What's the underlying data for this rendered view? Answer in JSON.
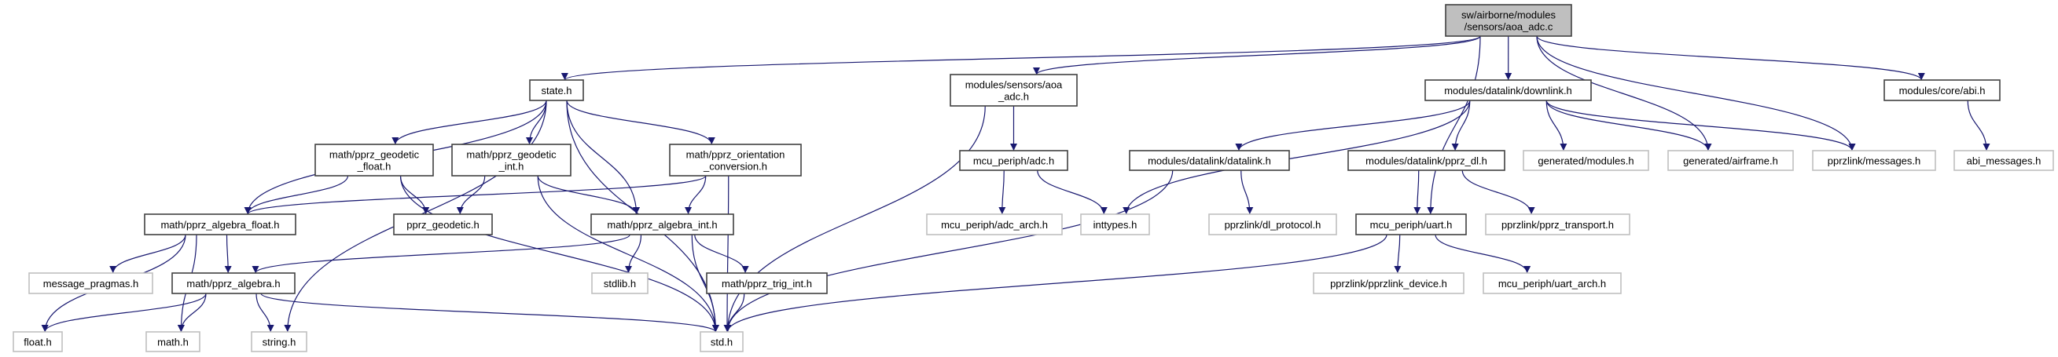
{
  "colors": {
    "edge": "#191970",
    "root_fill": "#bfbfbf",
    "documented_border": "#404040",
    "external_border": "#bfbfbf"
  },
  "nodes": [
    {
      "id": "root",
      "kind": "root",
      "lines": [
        "sw/airborne/modules",
        "/sensors/aoa_adc.c"
      ]
    },
    {
      "id": "state",
      "kind": "doc",
      "lines": [
        "state.h"
      ]
    },
    {
      "id": "aoa_adc_h",
      "kind": "doc",
      "lines": [
        "modules/sensors/aoa",
        "_adc.h"
      ]
    },
    {
      "id": "downlink",
      "kind": "doc",
      "lines": [
        "modules/datalink/downlink.h"
      ]
    },
    {
      "id": "abi",
      "kind": "doc",
      "lines": [
        "modules/core/abi.h"
      ]
    },
    {
      "id": "geo_float",
      "kind": "doc",
      "lines": [
        "math/pprz_geodetic",
        "_float.h"
      ]
    },
    {
      "id": "geo_int",
      "kind": "doc",
      "lines": [
        "math/pprz_geodetic",
        "_int.h"
      ]
    },
    {
      "id": "orient",
      "kind": "doc",
      "lines": [
        "math/pprz_orientation",
        "_conversion.h"
      ]
    },
    {
      "id": "adc",
      "kind": "doc",
      "lines": [
        "mcu_periph/adc.h"
      ]
    },
    {
      "id": "datalink",
      "kind": "doc",
      "lines": [
        "modules/datalink/datalink.h"
      ]
    },
    {
      "id": "pprz_dl",
      "kind": "doc",
      "lines": [
        "modules/datalink/pprz_dl.h"
      ]
    },
    {
      "id": "gen_modules",
      "kind": "ext",
      "lines": [
        "generated/modules.h"
      ]
    },
    {
      "id": "gen_airframe",
      "kind": "ext",
      "lines": [
        "generated/airframe.h"
      ]
    },
    {
      "id": "messages",
      "kind": "ext",
      "lines": [
        "pprzlink/messages.h"
      ]
    },
    {
      "id": "abi_messages",
      "kind": "ext",
      "lines": [
        "abi_messages.h"
      ]
    },
    {
      "id": "alg_float",
      "kind": "doc",
      "lines": [
        "math/pprz_algebra_float.h"
      ]
    },
    {
      "id": "pprz_geodetic",
      "kind": "doc",
      "lines": [
        "pprz_geodetic.h"
      ]
    },
    {
      "id": "alg_int",
      "kind": "doc",
      "lines": [
        "math/pprz_algebra_int.h"
      ]
    },
    {
      "id": "adc_arch",
      "kind": "ext",
      "lines": [
        "mcu_periph/adc_arch.h"
      ]
    },
    {
      "id": "inttypes",
      "kind": "ext",
      "lines": [
        "inttypes.h"
      ]
    },
    {
      "id": "dl_protocol",
      "kind": "ext",
      "lines": [
        "pprzlink/dl_protocol.h"
      ]
    },
    {
      "id": "uart",
      "kind": "doc",
      "lines": [
        "mcu_periph/uart.h"
      ]
    },
    {
      "id": "pprz_transport",
      "kind": "ext",
      "lines": [
        "pprzlink/pprz_transport.h"
      ]
    },
    {
      "id": "msg_pragmas",
      "kind": "ext",
      "lines": [
        "message_pragmas.h"
      ]
    },
    {
      "id": "algebra",
      "kind": "doc",
      "lines": [
        "math/pprz_algebra.h"
      ]
    },
    {
      "id": "stdlib",
      "kind": "ext",
      "lines": [
        "stdlib.h"
      ]
    },
    {
      "id": "trig_int",
      "kind": "doc",
      "lines": [
        "math/pprz_trig_int.h"
      ]
    },
    {
      "id": "pprzlink_device",
      "kind": "ext",
      "lines": [
        "pprzlink/pprzlink_device.h"
      ]
    },
    {
      "id": "uart_arch",
      "kind": "ext",
      "lines": [
        "mcu_periph/uart_arch.h"
      ]
    },
    {
      "id": "float",
      "kind": "ext",
      "lines": [
        "float.h"
      ]
    },
    {
      "id": "math",
      "kind": "ext",
      "lines": [
        "math.h"
      ]
    },
    {
      "id": "string",
      "kind": "ext",
      "lines": [
        "string.h"
      ]
    },
    {
      "id": "std",
      "kind": "ext",
      "lines": [
        "std.h"
      ]
    }
  ],
  "edges": [
    [
      "root",
      "state"
    ],
    [
      "root",
      "aoa_adc_h"
    ],
    [
      "root",
      "downlink"
    ],
    [
      "root",
      "uart"
    ],
    [
      "root",
      "gen_airframe"
    ],
    [
      "root",
      "messages"
    ],
    [
      "root",
      "abi"
    ],
    [
      "state",
      "alg_float"
    ],
    [
      "state",
      "string"
    ],
    [
      "state",
      "geo_float"
    ],
    [
      "state",
      "geo_int"
    ],
    [
      "state",
      "std"
    ],
    [
      "state",
      "alg_int"
    ],
    [
      "state",
      "orient"
    ],
    [
      "geo_float",
      "alg_float"
    ],
    [
      "geo_float",
      "pprz_geodetic"
    ],
    [
      "geo_float",
      "std"
    ],
    [
      "geo_int",
      "pprz_geodetic"
    ],
    [
      "geo_int",
      "alg_int"
    ],
    [
      "geo_int",
      "std"
    ],
    [
      "orient",
      "alg_float"
    ],
    [
      "orient",
      "alg_int"
    ],
    [
      "orient",
      "std"
    ],
    [
      "alg_float",
      "float"
    ],
    [
      "alg_float",
      "math"
    ],
    [
      "alg_float",
      "msg_pragmas"
    ],
    [
      "alg_float",
      "algebra"
    ],
    [
      "alg_int",
      "algebra"
    ],
    [
      "alg_int",
      "stdlib"
    ],
    [
      "alg_int",
      "std"
    ],
    [
      "alg_int",
      "trig_int"
    ],
    [
      "algebra",
      "float"
    ],
    [
      "algebra",
      "math"
    ],
    [
      "algebra",
      "string"
    ],
    [
      "algebra",
      "std"
    ],
    [
      "trig_int",
      "std"
    ],
    [
      "aoa_adc_h",
      "std"
    ],
    [
      "aoa_adc_h",
      "adc"
    ],
    [
      "adc",
      "adc_arch"
    ],
    [
      "adc",
      "inttypes"
    ],
    [
      "downlink",
      "inttypes"
    ],
    [
      "downlink",
      "datalink"
    ],
    [
      "downlink",
      "pprz_dl"
    ],
    [
      "downlink",
      "gen_modules"
    ],
    [
      "downlink",
      "gen_airframe"
    ],
    [
      "downlink",
      "messages"
    ],
    [
      "datalink",
      "std"
    ],
    [
      "datalink",
      "dl_protocol"
    ],
    [
      "pprz_dl",
      "uart"
    ],
    [
      "pprz_dl",
      "pprz_transport"
    ],
    [
      "uart",
      "std"
    ],
    [
      "uart",
      "pprzlink_device"
    ],
    [
      "uart",
      "uart_arch"
    ],
    [
      "abi",
      "abi_messages"
    ]
  ]
}
